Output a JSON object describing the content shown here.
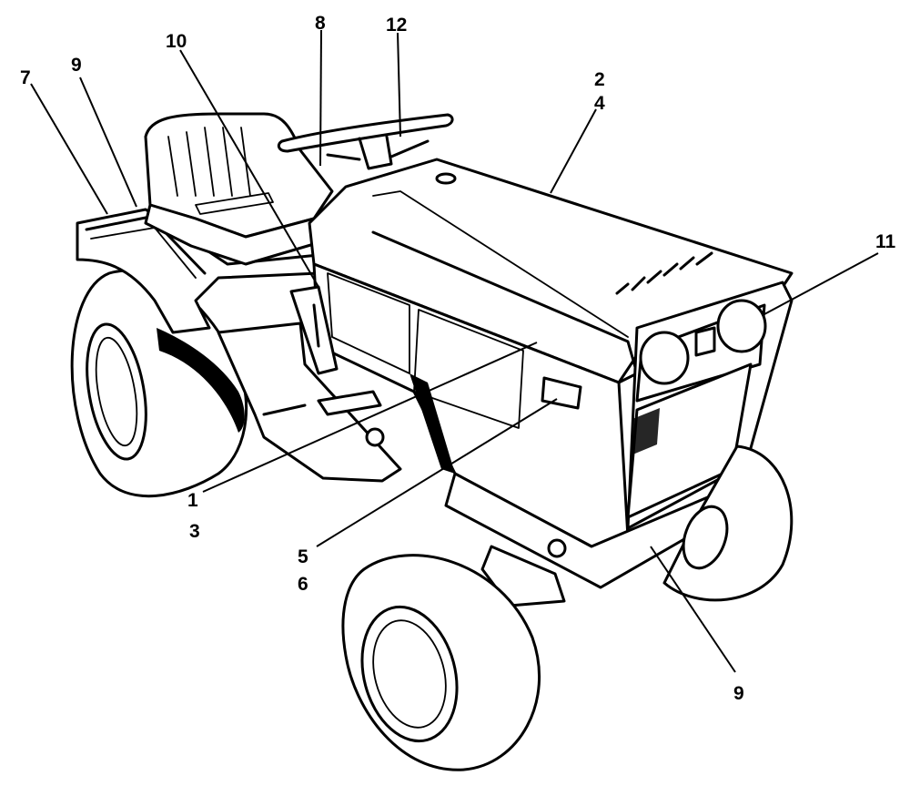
{
  "callouts": [
    {
      "key": "c1",
      "lines": [
        "1",
        "3"
      ]
    },
    {
      "key": "c24",
      "lines": [
        "2",
        "4"
      ]
    },
    {
      "key": "c56",
      "lines": [
        "5",
        "6"
      ]
    },
    {
      "key": "c7",
      "lines": [
        "7"
      ]
    },
    {
      "key": "c8",
      "lines": [
        "8"
      ]
    },
    {
      "key": "c9a",
      "lines": [
        "9"
      ]
    },
    {
      "key": "c9b",
      "lines": [
        "9"
      ]
    },
    {
      "key": "c10",
      "lines": [
        "10"
      ]
    },
    {
      "key": "c11",
      "lines": [
        "11"
      ]
    },
    {
      "key": "c12",
      "lines": [
        "12"
      ]
    }
  ]
}
